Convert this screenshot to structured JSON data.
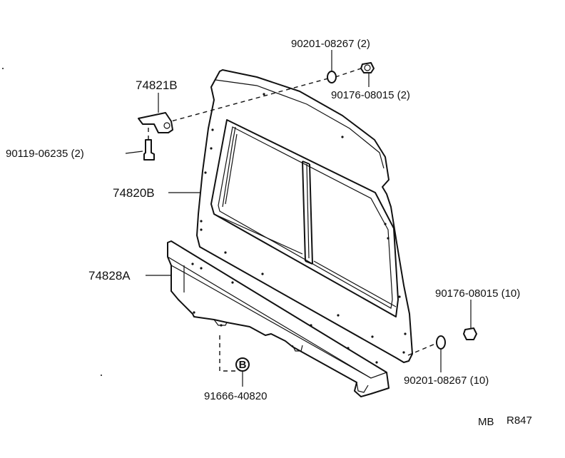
{
  "labels": {
    "nut_top": "90201-08267 (2)",
    "washer_top": "90176-08015 (2)",
    "bracket": "74821B",
    "bolt": "90119-06235 (2)",
    "panel": "74820B",
    "strip": "74828A",
    "washer_right": "90176-08015 (10)",
    "nut_bottom": "90201-08267 (10)",
    "clip": "91666-40820",
    "clip_marker": "B"
  },
  "footer": {
    "code_a": "MB",
    "code_b": "R847"
  }
}
